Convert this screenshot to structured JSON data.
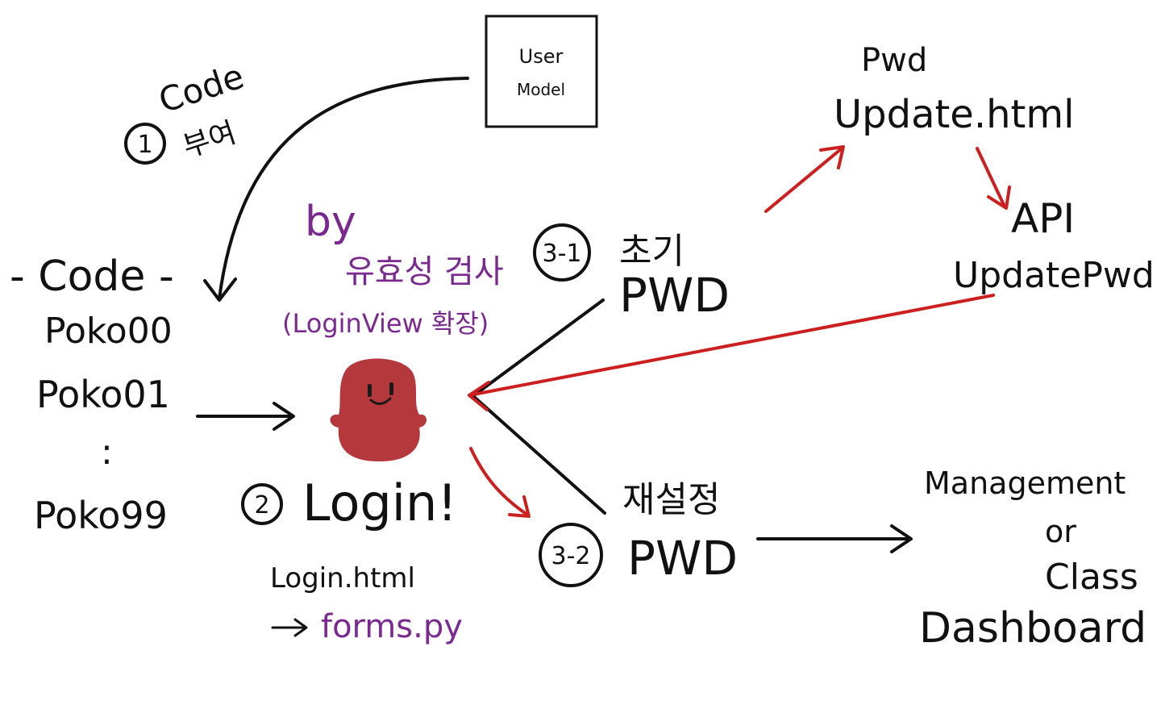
{
  "user_model": {
    "line1": "User",
    "line2": "Model"
  },
  "step1": {
    "number": "1",
    "line1": "Code",
    "line2": "부여"
  },
  "code_list": {
    "header": "- Code -",
    "items": [
      "Poko00",
      "Poko01",
      ":",
      "Poko99"
    ]
  },
  "validation": {
    "by": "by",
    "title": "유효성 검사",
    "subtitle": "(LoginView 확장)"
  },
  "login": {
    "number": "2",
    "label": "Login!",
    "file": "Login.html",
    "forms": "forms.py"
  },
  "step31": {
    "number": "3-1",
    "line1": "초기",
    "line2": "PWD"
  },
  "step32": {
    "number": "3-2",
    "line1": "재설정",
    "line2": "PWD"
  },
  "pwd_update": {
    "line1": "Pwd",
    "line2": "Update.html"
  },
  "api": {
    "line1": "API",
    "line2": "UpdatePwd"
  },
  "dashboard": {
    "line1": "Management",
    "line2": "or",
    "line3": "Class",
    "line4": "Dashboard"
  },
  "colors": {
    "ink": "#111111",
    "red_arrow": "#cc1f1f",
    "purple_text": "#7a2a8f",
    "character": "#b5383c"
  }
}
